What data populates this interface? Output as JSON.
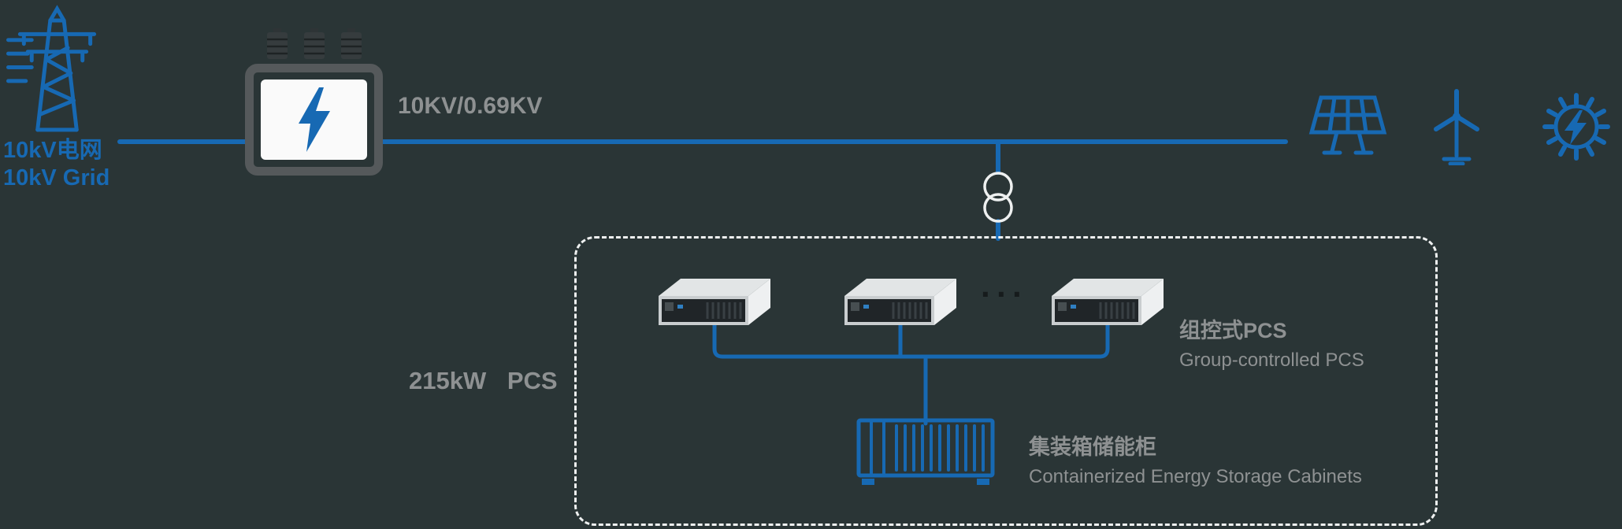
{
  "colors": {
    "background": "#2a3536",
    "blue": "#1769b3",
    "gray": "#8e9192",
    "white": "#eef0f0"
  },
  "grid_source": {
    "label_zh": "10kV电网",
    "label_en": "10kV Grid",
    "icon": "transmission-tower-icon"
  },
  "transformer": {
    "voltage_label": "10KV/0.69KV",
    "icon": "transformer-lightning-icon",
    "bushing_icon": "transformer-bushing-icon"
  },
  "coupling": {
    "icon": "coupling-transformer-circles-icon"
  },
  "generation": {
    "solar_icon": "solar-panel-icon",
    "wind_icon": "wind-turbine-icon",
    "generator_icon": "generator-gear-icon"
  },
  "pcs": {
    "power_label": "215kW PCS",
    "group_label_zh": "组控式PCS",
    "group_label_en": "Group-controlled PCS",
    "ellipsis": "···",
    "unit_icon": "pcs-converter-unit-icon",
    "unit_count_visible": 3
  },
  "storage": {
    "label_zh": "集装箱储能柜",
    "label_en": "Containerized Energy Storage Cabinets",
    "icon": "container-icon"
  }
}
